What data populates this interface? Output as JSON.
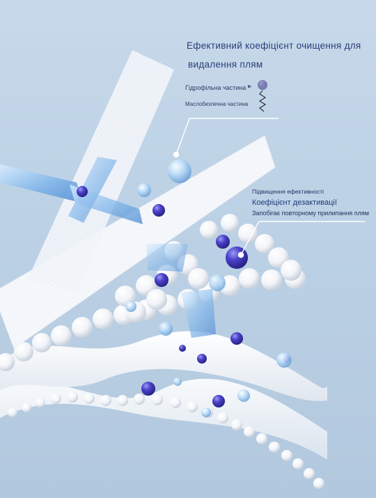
{
  "headline": {
    "line1": "Ефективний коефіцієнт очищення для",
    "line2": "видалення плям"
  },
  "particle_legend": {
    "hydrophilic": "Гідрофільна частина",
    "oleophobic": "Маслобезпечна частина"
  },
  "callout": {
    "efficiency": "Підвищення ефективності",
    "coefficient": "Коефіцієнт дезактивації",
    "prevent": "Запобігає повторному прилипання плям"
  },
  "colors": {
    "background": "#c2d6e9",
    "text": "#2a3d78",
    "droplet_blue": "#9fcaf2",
    "droplet_purple": "#3c35b8",
    "fabric_white": "#f6f8fb"
  },
  "icons": [
    "molecule-icon",
    "arrow-right-icon"
  ]
}
